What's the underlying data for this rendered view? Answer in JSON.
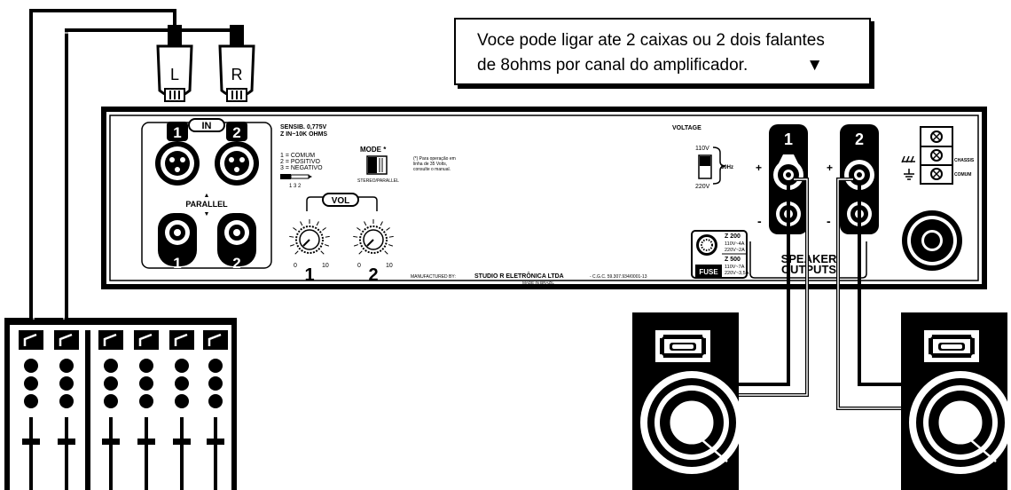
{
  "callout": {
    "line1": "Voce pode ligar ate 2 caixas ou 2 dois falantes",
    "line2": "de 8ohms por canal do amplificador.",
    "arrow": "▼"
  },
  "plugs": {
    "left": "L",
    "right": "R"
  },
  "panel": {
    "in_label": "IN",
    "in_num_1": "1",
    "in_num_2": "2",
    "parallel": "PARALLEL",
    "jack_num_1": "1",
    "jack_num_2": "2",
    "sensib": "SENSIB. 0,775V",
    "z_in": "Z IN~10K OHMS",
    "pin1": "1 = COMUM",
    "pin2": "2 = POSITIVO",
    "pin3": "3 = NEGATIVO",
    "pin_numbers": "1 3 2",
    "mode": "MODE *",
    "mode_sub": "STEREO/PARALLEL",
    "note1": "(*) Para operação em",
    "note2": "linha de 35 Volts,",
    "note3": "consulte o manual.",
    "vol": "VOL",
    "knob_label_1": "1",
    "knob_label_2": "2",
    "dial_low": "0",
    "dial_high": "10",
    "manufactured_prefix": "MANUFACTURED BY:",
    "manufacturer": "STUDIO R ELETRÔNICA LTDA",
    "cgc": "- C.G.C. 59.307.934/0001-13",
    "made_in": "MADE IN BRAZIL",
    "voltage": "VOLTAGE",
    "v110": "110V",
    "v220": "220V",
    "hz": "60Hz",
    "fuse": "FUSE",
    "z200": "Z 200",
    "z200_a": "110V~4A",
    "z200_b": "220V~2A",
    "z500": "Z 500",
    "z500_a": "110V~7A",
    "z500_b": "220V~3,5A",
    "out_num_1": "1",
    "out_num_2": "2",
    "plus": "+",
    "minus": "-",
    "speaker1": "SPEAKER",
    "speaker2": "OUTPUTS",
    "chassis": "CHASSIS",
    "comum": "COMUM"
  },
  "colors": {
    "ink": "#000000",
    "paper": "#ffffff",
    "cable": "#888888"
  }
}
